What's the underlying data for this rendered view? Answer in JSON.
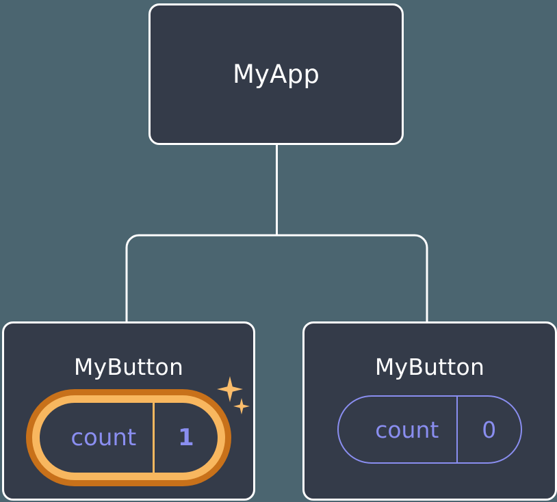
{
  "diagram": {
    "title": "React component tree with highlighted state update",
    "background_color": "#4b6570",
    "card_fill_color": "#343b49",
    "card_border_color": "#ffffff",
    "connector_color": "#ffffff",
    "accent_color": "#8a8ef0",
    "highlight_inner_color": "#f8b75f",
    "highlight_outer_color": "#c8711a",
    "sparkle_color": "#fbbd6b"
  },
  "nodes": {
    "root": {
      "label": "MyApp"
    },
    "child_left": {
      "label": "MyButton",
      "state": {
        "key": "count",
        "value": "1",
        "highlighted": "true"
      }
    },
    "child_right": {
      "label": "MyButton",
      "state": {
        "key": "count",
        "value": "0",
        "highlighted": "false"
      }
    }
  },
  "edges": [
    {
      "from": "root",
      "to": "child_left"
    },
    {
      "from": "root",
      "to": "child_right"
    }
  ],
  "icons": {
    "sparkle_large": "sparkle-icon",
    "sparkle_small": "sparkle-icon"
  }
}
